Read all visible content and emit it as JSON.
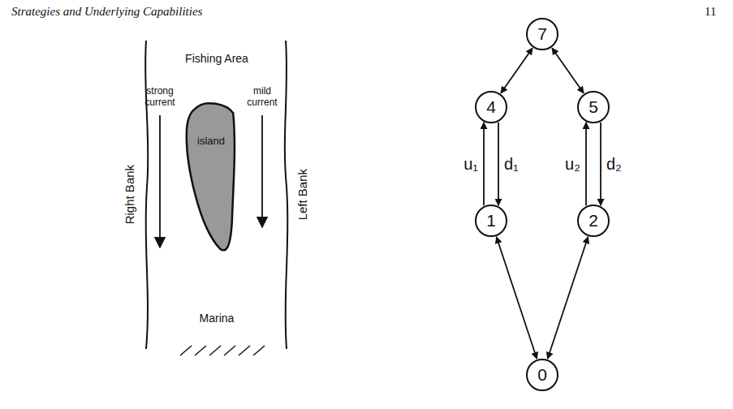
{
  "diagram": {
    "nodes": [
      {
        "text": [
          "island"
        ]
      },
      {
        "text": [
          "7"
        ]
      },
      {
        "text": [
          "4"
        ]
      },
      {
        "text": [
          "5"
        ]
      },
      {
        "text": [
          "1"
        ]
      },
      {
        "text": [
          "2"
        ]
      },
      {
        "text": [
          "0"
        ]
      }
    ],
    "edges": [
      {
        "from": 2,
        "to": 1,
        "arrow": "both"
      },
      {
        "from": 3,
        "to": 1,
        "arrow": "both"
      },
      {
        "from": 4,
        "to": 2,
        "arrow": "to",
        "label": "u₁"
      },
      {
        "from": 2,
        "to": 4,
        "arrow": "to",
        "label": "d₁"
      },
      {
        "from": 5,
        "to": 3,
        "arrow": "to",
        "label": "u₂"
      },
      {
        "from": 3,
        "to": 5,
        "arrow": "to",
        "label": "d₂"
      },
      {
        "from": 4,
        "to": 6,
        "arrow": "both"
      },
      {
        "from": 5,
        "to": 6,
        "arrow": "both"
      }
    ],
    "labels": [
      "Strategies and Underlying Capabilities",
      "11",
      "Fishing Area",
      "strong current",
      "mild current",
      "Right Bank",
      "Left Bank",
      "Marina"
    ]
  }
}
